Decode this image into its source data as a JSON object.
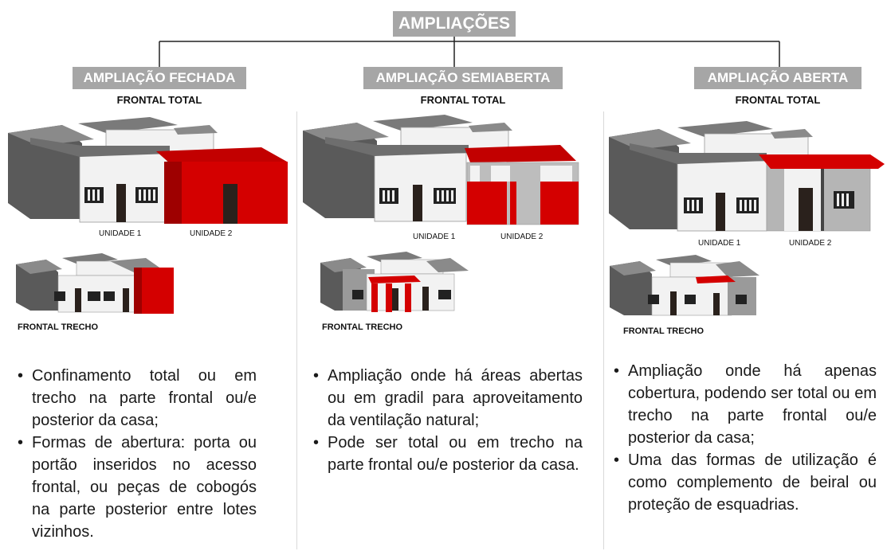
{
  "title": "AMPLIAÇÕES",
  "columns": [
    {
      "title": "AMPLIAÇÃO FECHADA",
      "subtitle": "FRONTAL TOTAL",
      "unit1": "UNIDADE 1",
      "unit2": "UNIDADE 2",
      "trecho": "FRONTAL TRECHO",
      "bullets": [
        "Confinamento total ou em trecho na parte frontal ou/e posterior da casa;",
        "Formas de abertura: porta ou portão inseridos no acesso frontal, ou peças de cobogós na parte posterior entre lotes vizinhos."
      ]
    },
    {
      "title": "AMPLIAÇÃO SEMIABERTA",
      "subtitle": "FRONTAL TOTAL",
      "unit1": "UNIDADE 1",
      "unit2": "UNIDADE 2",
      "trecho": "FRONTAL TRECHO",
      "bullets": [
        "Ampliação onde há áreas abertas ou em gradil para aproveitamento da ventilação natural;",
        "Pode ser total ou em trecho na parte frontal ou/e posterior da casa."
      ]
    },
    {
      "title": "AMPLIAÇÃO ABERTA",
      "subtitle": "FRONTAL TOTAL",
      "unit1": "UNIDADE 1",
      "unit2": "UNIDADE 2",
      "trecho": "FRONTAL TRECHO",
      "bullets": [
        "Ampliação onde há apenas cobertura, podendo ser total ou em trecho na parte frontal ou/e posterior da casa;",
        "Uma das formas de utilização é como complemento de beiral ou proteção de esquadrias."
      ]
    }
  ],
  "colors": {
    "accent": "#d40000",
    "header_bg": "#a6a6a6",
    "wall": "#f2f2f2",
    "roof": "#6e6e6e"
  }
}
